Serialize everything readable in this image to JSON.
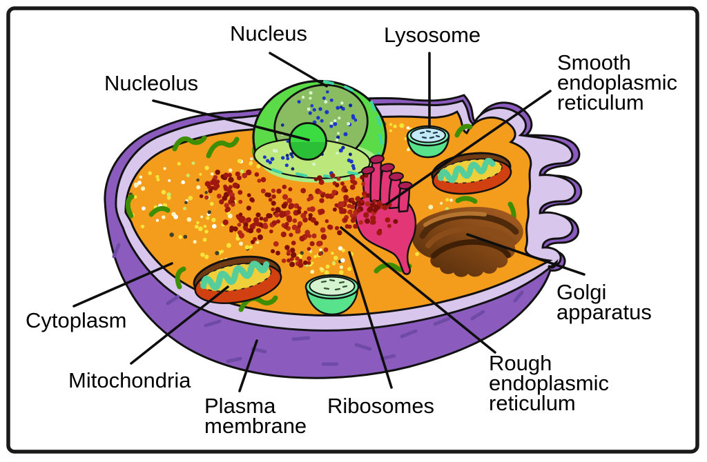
{
  "labels": {
    "nucleus": "Nucleus",
    "nucleolus": "Nucleolus",
    "lysosome": "Lysosome",
    "smooth_er": "Smooth\nendoplasmic\nreticulum",
    "cytoplasm": "Cytoplasm",
    "golgi": "Golgi\napparatus",
    "mitochondria": "Mitochondria",
    "plasma_membrane": "Plasma\nmembrane",
    "ribosomes": "Ribosomes",
    "rough_er": "Rough\nendoplasmic\nreticulum"
  },
  "colors": {
    "frame": "#1a1a1a",
    "cytoplasm": "#F49D1C",
    "membrane_outer": "#8B5CBE",
    "membrane_inner": "#D9C6EC",
    "membrane_dash": "#6F4BA5",
    "nucleus_envelope": "#5BDB47",
    "nucleus_cut_face": "#8ABC62",
    "nucleus_bottom_face": "#BBE77B",
    "nucleolus": "#30D23C",
    "rough_er_dots": "#9E1810",
    "smooth_er": "#E23677",
    "smooth_er_tube_top": "#AF1D55",
    "mitochondria_body": "#D04010",
    "mitochondria_cristae": "#56CE9C",
    "mitochondria_matrix": "#EFCF3A",
    "golgi_brown": "#7B4314",
    "lysosome_top": "#C4E9F6",
    "vesicle_green": "#59E28C",
    "squiggle_green": "#3E8E04",
    "speck_yellow": "#F5E43C",
    "label_text": "#000000"
  }
}
